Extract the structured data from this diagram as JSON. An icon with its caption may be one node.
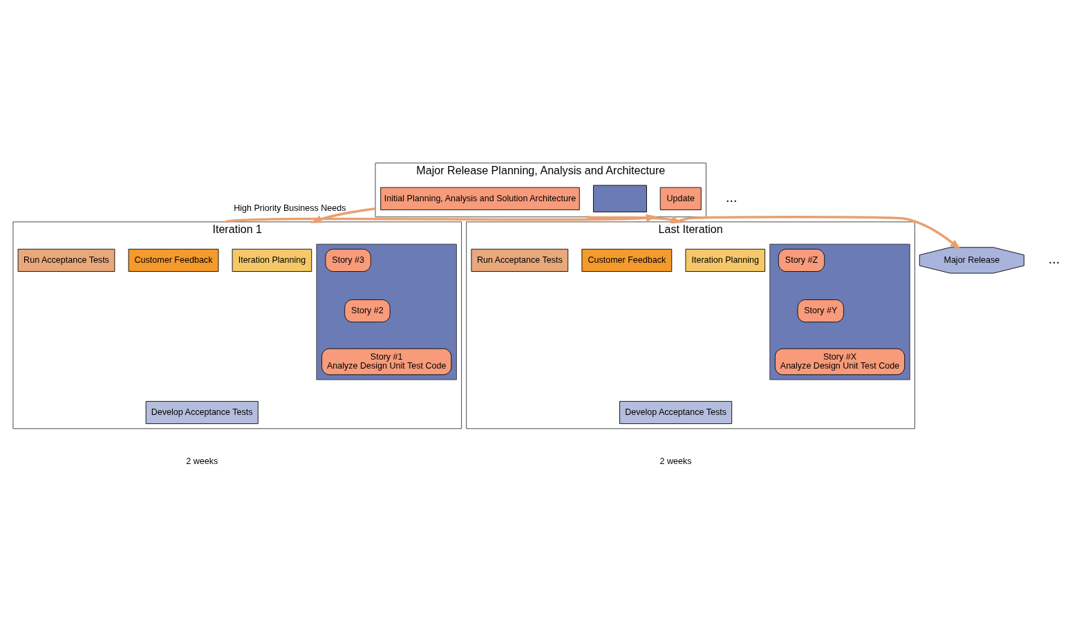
{
  "diagram": {
    "nodes": [
      {
        "text": [
          "Major Release Planning, Analysis and Architecture"
        ]
      },
      {
        "text": [
          "Initial Planning, Analysis and Solution Architecture"
        ],
        "in": 0
      },
      {
        "text": [],
        "shape": "box",
        "in": 0
      },
      {
        "text": [
          "Update"
        ],
        "in": 0
      },
      {
        "text": [
          "Iteration 1"
        ],
        "beside": [
          "2 weeks"
        ]
      },
      {
        "text": [
          "Iteration Planning"
        ],
        "in": 4
      },
      {
        "text": [],
        "shape": "box",
        "in": 4
      },
      {
        "text": [
          "Story #3"
        ],
        "in": 6
      },
      {
        "text": [
          "Story #2"
        ],
        "in": 6
      },
      {
        "text": [
          "Story #1",
          "Analyze Design Unit Test Code"
        ],
        "in": 6
      },
      {
        "text": [
          "Run Acceptance Tests"
        ],
        "in": 4
      },
      {
        "text": [
          "Customer Feedback"
        ],
        "in": 4
      },
      {
        "text": [
          "Develop Acceptance Tests"
        ],
        "in": 4
      },
      {
        "text": [
          "Last Iteration"
        ],
        "beside": [
          "2 weeks"
        ]
      },
      {
        "text": [
          "Iteration Planning"
        ],
        "in": 13
      },
      {
        "text": [],
        "shape": "box",
        "in": 13
      },
      {
        "text": [
          "Story #Z"
        ],
        "in": 15
      },
      {
        "text": [
          "Story #Y"
        ],
        "in": 15
      },
      {
        "text": [
          "Story #X",
          "Analyze Design Unit Test Code"
        ],
        "in": 15
      },
      {
        "text": [
          "Run Acceptance Tests"
        ],
        "in": 13
      },
      {
        "text": [
          "Customer Feedback"
        ],
        "in": 13
      },
      {
        "text": [
          "Develop Acceptance Tests"
        ],
        "in": 13
      },
      {
        "text": [
          "Major Release"
        ]
      }
    ],
    "edges": [
      {
        "from": 0,
        "to": 4,
        "arrow": "to",
        "label": "High Priority Business Needs"
      },
      {
        "from": 4,
        "to": 0,
        "arrow": "to"
      },
      {
        "from": 0,
        "to": 13,
        "arrow": "to"
      },
      {
        "from": 13,
        "to": 22,
        "arrow": "to"
      }
    ],
    "labels": [
      "...",
      "..."
    ]
  }
}
